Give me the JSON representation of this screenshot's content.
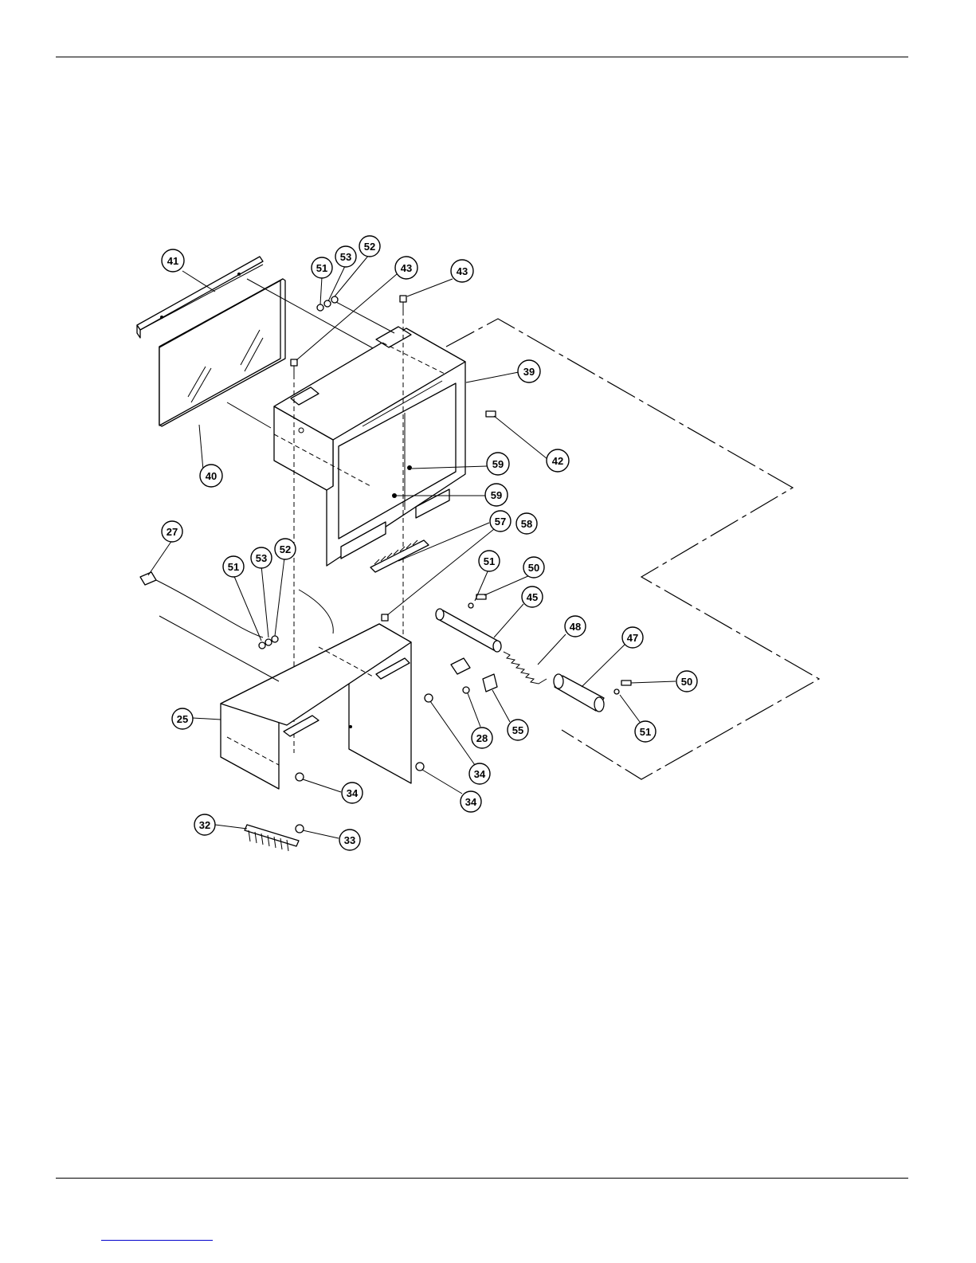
{
  "diagram": {
    "callouts": [
      {
        "id": "c41",
        "label": "41"
      },
      {
        "id": "c51a",
        "label": "51"
      },
      {
        "id": "c53a",
        "label": "53"
      },
      {
        "id": "c52a",
        "label": "52"
      },
      {
        "id": "c43a",
        "label": "43"
      },
      {
        "id": "c43b",
        "label": "43"
      },
      {
        "id": "c39",
        "label": "39"
      },
      {
        "id": "c42",
        "label": "42"
      },
      {
        "id": "c40",
        "label": "40"
      },
      {
        "id": "c59a",
        "label": "59"
      },
      {
        "id": "c59b",
        "label": "59"
      },
      {
        "id": "c57",
        "label": "57"
      },
      {
        "id": "c58",
        "label": "58"
      },
      {
        "id": "c27",
        "label": "27"
      },
      {
        "id": "c51b",
        "label": "51"
      },
      {
        "id": "c53b",
        "label": "53"
      },
      {
        "id": "c52b",
        "label": "52"
      },
      {
        "id": "c51c",
        "label": "51"
      },
      {
        "id": "c50a",
        "label": "50"
      },
      {
        "id": "c45",
        "label": "45"
      },
      {
        "id": "c48",
        "label": "48"
      },
      {
        "id": "c47",
        "label": "47"
      },
      {
        "id": "c50b",
        "label": "50"
      },
      {
        "id": "c51d",
        "label": "51"
      },
      {
        "id": "c25",
        "label": "25"
      },
      {
        "id": "c28",
        "label": "28"
      },
      {
        "id": "c55",
        "label": "55"
      },
      {
        "id": "c34a",
        "label": "34"
      },
      {
        "id": "c34b",
        "label": "34"
      },
      {
        "id": "c34c",
        "label": "34"
      },
      {
        "id": "c32",
        "label": "32"
      },
      {
        "id": "c33",
        "label": "33"
      }
    ]
  }
}
